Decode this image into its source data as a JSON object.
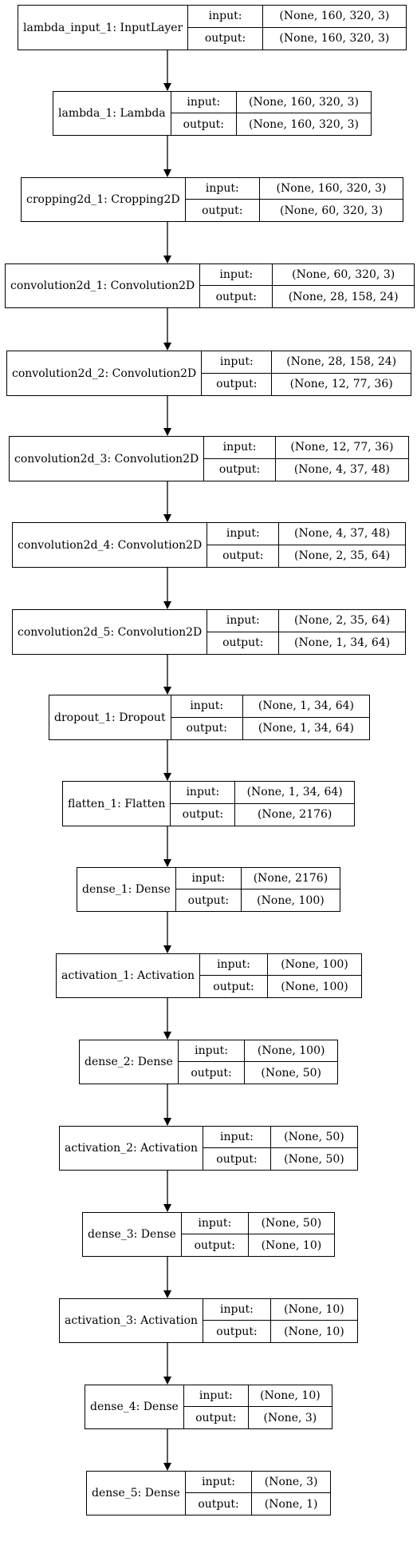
{
  "labels": {
    "input": "input:",
    "output": "output:"
  },
  "layers": [
    {
      "name": "lambda_input_1: InputLayer",
      "input": "(None, 160, 320, 3)",
      "output": "(None, 160, 320, 3)"
    },
    {
      "name": "lambda_1: Lambda",
      "input": "(None, 160, 320, 3)",
      "output": "(None, 160, 320, 3)"
    },
    {
      "name": "cropping2d_1: Cropping2D",
      "input": "(None, 160, 320, 3)",
      "output": "(None, 60, 320, 3)"
    },
    {
      "name": "convolution2d_1: Convolution2D",
      "input": "(None, 60, 320, 3)",
      "output": "(None, 28, 158, 24)"
    },
    {
      "name": "convolution2d_2: Convolution2D",
      "input": "(None, 28, 158, 24)",
      "output": "(None, 12, 77, 36)"
    },
    {
      "name": "convolution2d_3: Convolution2D",
      "input": "(None, 12, 77, 36)",
      "output": "(None, 4, 37, 48)"
    },
    {
      "name": "convolution2d_4: Convolution2D",
      "input": "(None, 4, 37, 48)",
      "output": "(None, 2, 35, 64)"
    },
    {
      "name": "convolution2d_5: Convolution2D",
      "input": "(None, 2, 35, 64)",
      "output": "(None, 1, 34, 64)"
    },
    {
      "name": "dropout_1: Dropout",
      "input": "(None, 1, 34, 64)",
      "output": "(None, 1, 34, 64)"
    },
    {
      "name": "flatten_1: Flatten",
      "input": "(None, 1, 34, 64)",
      "output": "(None, 2176)"
    },
    {
      "name": "dense_1: Dense",
      "input": "(None, 2176)",
      "output": "(None, 100)"
    },
    {
      "name": "activation_1: Activation",
      "input": "(None, 100)",
      "output": "(None, 100)"
    },
    {
      "name": "dense_2: Dense",
      "input": "(None, 100)",
      "output": "(None, 50)"
    },
    {
      "name": "activation_2: Activation",
      "input": "(None, 50)",
      "output": "(None, 50)"
    },
    {
      "name": "dense_3: Dense",
      "input": "(None, 50)",
      "output": "(None, 10)"
    },
    {
      "name": "activation_3: Activation",
      "input": "(None, 10)",
      "output": "(None, 10)"
    },
    {
      "name": "dense_4: Dense",
      "input": "(None, 10)",
      "output": "(None, 3)"
    },
    {
      "name": "dense_5: Dense",
      "input": "(None, 3)",
      "output": "(None, 1)"
    }
  ]
}
